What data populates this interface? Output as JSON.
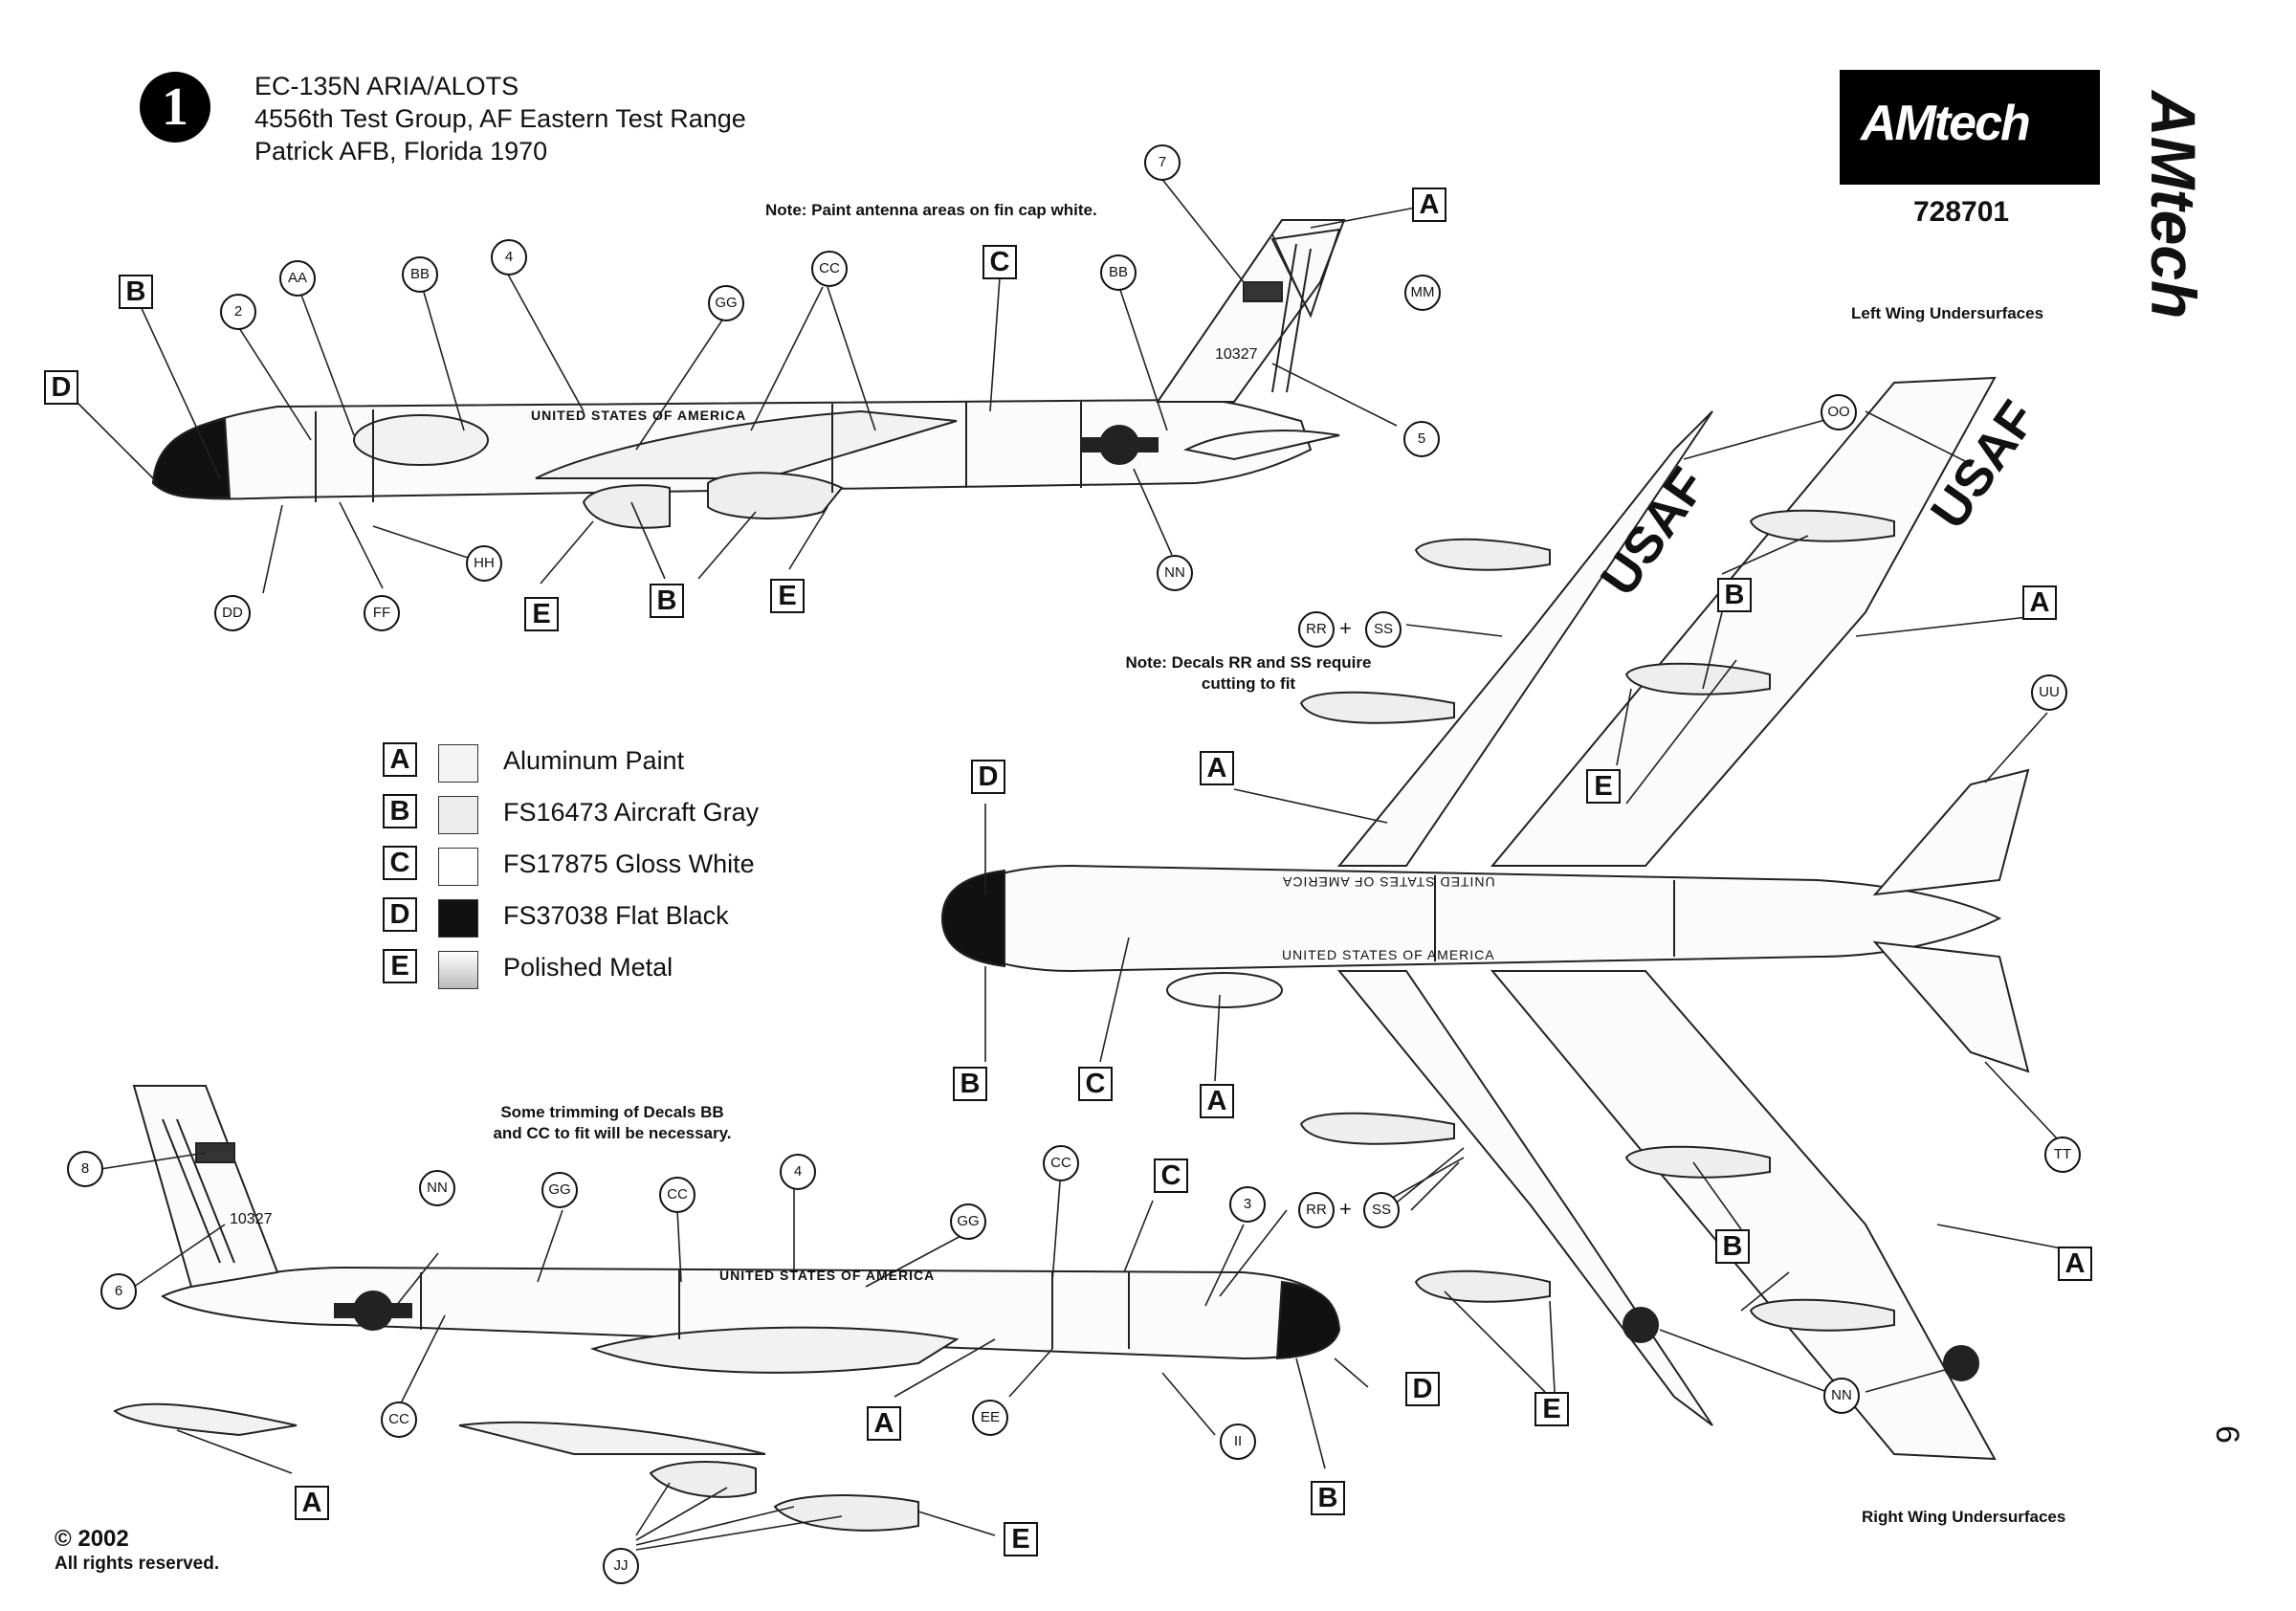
{
  "header": {
    "number": "1",
    "line1": "EC-135N ARIA/ALOTS",
    "line2": "4556th Test Group, AF Eastern Test Range",
    "line3": "Patrick AFB, Florida   1970"
  },
  "brand": {
    "logo": "AMtech",
    "logo_vertical": "AMtech",
    "code": "728701"
  },
  "notes": {
    "fin_cap": "Note: Paint antenna areas on fin cap white.",
    "rr_ss": [
      "Note: Decals RR and SS require",
      "cutting to fit"
    ],
    "trimming": [
      "Some trimming of Decals BB",
      "and CC to fit will be necessary."
    ],
    "left_wing": "Left Wing Undersurfaces",
    "right_wing": "Right Wing Undersurfaces"
  },
  "legend": [
    {
      "key": "A",
      "label": "Aluminum Paint",
      "color": "#f4f4f4"
    },
    {
      "key": "B",
      "label": "FS16473 Aircraft Gray",
      "color": "#ececec"
    },
    {
      "key": "C",
      "label": "FS17875 Gloss White",
      "color": "#ffffff"
    },
    {
      "key": "D",
      "label": "FS37038 Flat Black",
      "color": "#111111"
    },
    {
      "key": "E",
      "label": "Polished Metal",
      "color": "#d8d8d8"
    }
  ],
  "aircraft_text": {
    "usa": "UNITED STATES OF AMERICA",
    "serial": "10327",
    "usaf": "USAF"
  },
  "callouts": {
    "box_labels": [
      "A",
      "B",
      "C",
      "D",
      "E"
    ],
    "circle_labels": [
      "AA",
      "BB",
      "CC",
      "DD",
      "EE",
      "FF",
      "GG",
      "HH",
      "II",
      "JJ",
      "MM",
      "NN",
      "OO",
      "RR",
      "SS",
      "TT",
      "UU",
      "2",
      "3",
      "4",
      "5",
      "6",
      "7",
      "8"
    ]
  },
  "plus": "+",
  "footer": {
    "copyright": "© 2002",
    "rights": "All rights reserved."
  },
  "page_number": "6"
}
